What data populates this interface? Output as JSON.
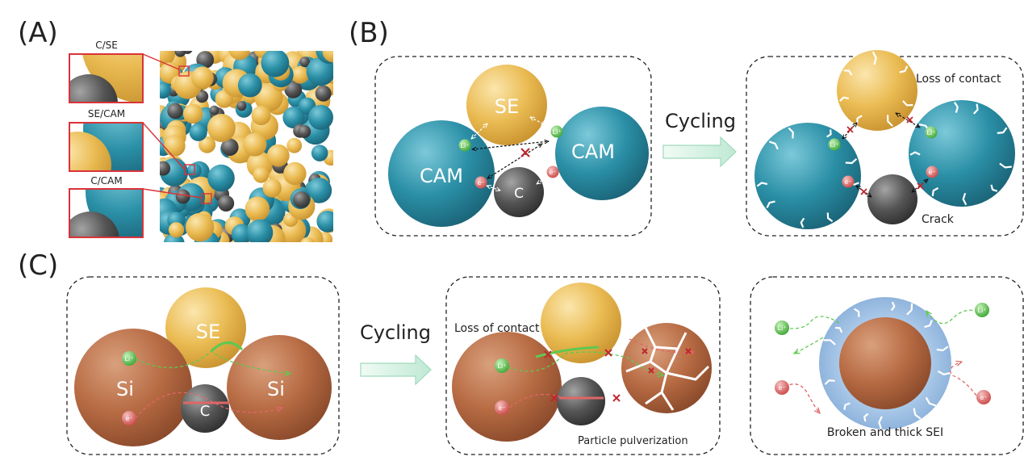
{
  "colors": {
    "se": "#e8b84a",
    "cam": "#2a8fa6",
    "carbon": "#555555",
    "si": "#b76b43",
    "li": "#5ec94f",
    "e": "#e06767",
    "sei": "#a9c8e8",
    "box_red": "#d9333a"
  },
  "panel_a": {
    "letter": "(A)",
    "insets": [
      {
        "label": "C/SE"
      },
      {
        "label": "SE/CAM"
      },
      {
        "label": "C/CAM"
      }
    ]
  },
  "panel_b": {
    "letter": "(B)",
    "left": {
      "se": "SE",
      "cam_left": "CAM",
      "cam_right": "CAM",
      "carbon": "C"
    },
    "arrow": "Cycling",
    "right": {
      "loss": "Loss of contact",
      "crack": "Crack"
    }
  },
  "panel_c": {
    "letter": "(C)",
    "left": {
      "se": "SE",
      "si_left": "Si",
      "si_right": "Si",
      "carbon": "C"
    },
    "arrow": "Cycling",
    "middle": {
      "loss": "Loss of contact",
      "pulverization": "Particle pulverization"
    },
    "right": {
      "sei": "Broken and thick SEI"
    }
  },
  "ions": {
    "li": "Li⁺",
    "e": "e⁻"
  },
  "icons": [
    "cross-mark-icon",
    "double-arrow-icon",
    "crack-mark-icon",
    "right-arrow-icon"
  ]
}
